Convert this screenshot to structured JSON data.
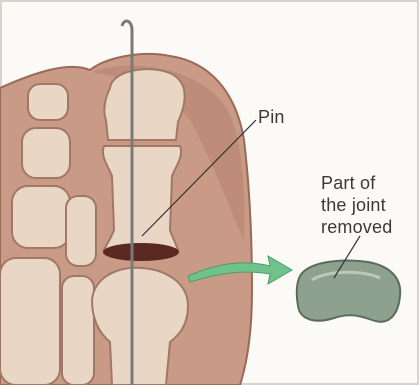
{
  "labels": {
    "pin": "Pin",
    "removed_line1": "Part of",
    "removed_line2": "the joint",
    "removed_line3": "removed"
  },
  "colors": {
    "skin": "#c99a86",
    "skin_dark": "#9a6a58",
    "bone": "#ead6c4",
    "bone_outline": "#a07868",
    "joint_cut": "#5a2a22",
    "pin": "#7a7a7a",
    "arrow": "#6fc28a",
    "removed_piece": "#8ea08e",
    "leader_line": "#333333"
  }
}
